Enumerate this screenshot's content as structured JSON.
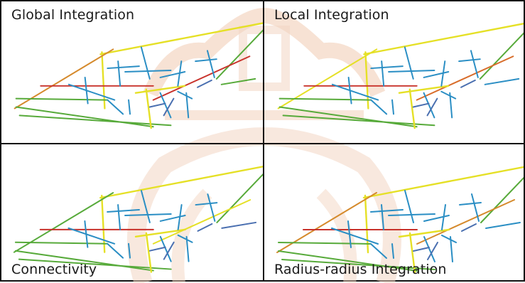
{
  "panels": [
    {
      "id": "global-integration",
      "title": "Global Integration",
      "colors": {
        "perimeter": "#e5e026",
        "left_ramp": "#d58a2c",
        "right_diag": "#57aa3a",
        "red_bar": "#c8322b",
        "red_diag": "#c8322b",
        "upper_right": "#57aa3a",
        "bottom_long": "#57aa3a",
        "bottom_lines": "#57aa3a",
        "center_vertical": "#e5e026",
        "grid": "#2a8ec4",
        "stubs": "#4a6fb0"
      }
    },
    {
      "id": "local-integration",
      "title": "Local Integration",
      "colors": {
        "perimeter": "#e5e026",
        "left_ramp": "#e5e026",
        "right_diag": "#57aa3a",
        "red_bar": "#c8322b",
        "red_diag": "#d86c2a",
        "upper_right": "#2a8ec4",
        "bottom_long": "#57aa3a",
        "bottom_lines": "#57aa3a",
        "center_vertical": "#e5e026",
        "grid": "#2a8ec4",
        "stubs": "#4a6fb0"
      }
    },
    {
      "id": "connectivity",
      "title": "Connectivity",
      "colors": {
        "perimeter": "#e5e026",
        "left_ramp": "#57aa3a",
        "right_diag": "#57aa3a",
        "red_bar": "#c8322b",
        "red_diag": "#e5e026",
        "upper_right": "#4a6fb0",
        "bottom_long": "#57aa3a",
        "bottom_lines": "#57aa3a",
        "center_vertical": "#e5e026",
        "grid": "#2a8ec4",
        "stubs": "#4a6fb0"
      }
    },
    {
      "id": "radius-radius-integration",
      "title": "Radius-radius Integration",
      "colors": {
        "perimeter": "#e5e026",
        "left_ramp": "#d58a2c",
        "right_diag": "#57aa3a",
        "red_bar": "#c8322b",
        "red_diag": "#d58a2c",
        "upper_right": "#2a8ec4",
        "bottom_long": "#57aa3a",
        "bottom_lines": "#57aa3a",
        "center_vertical": "#e5e026",
        "grid": "#2a8ec4",
        "stubs": "#4a6fb0"
      }
    }
  ],
  "watermark_color": "#f3d6c2"
}
